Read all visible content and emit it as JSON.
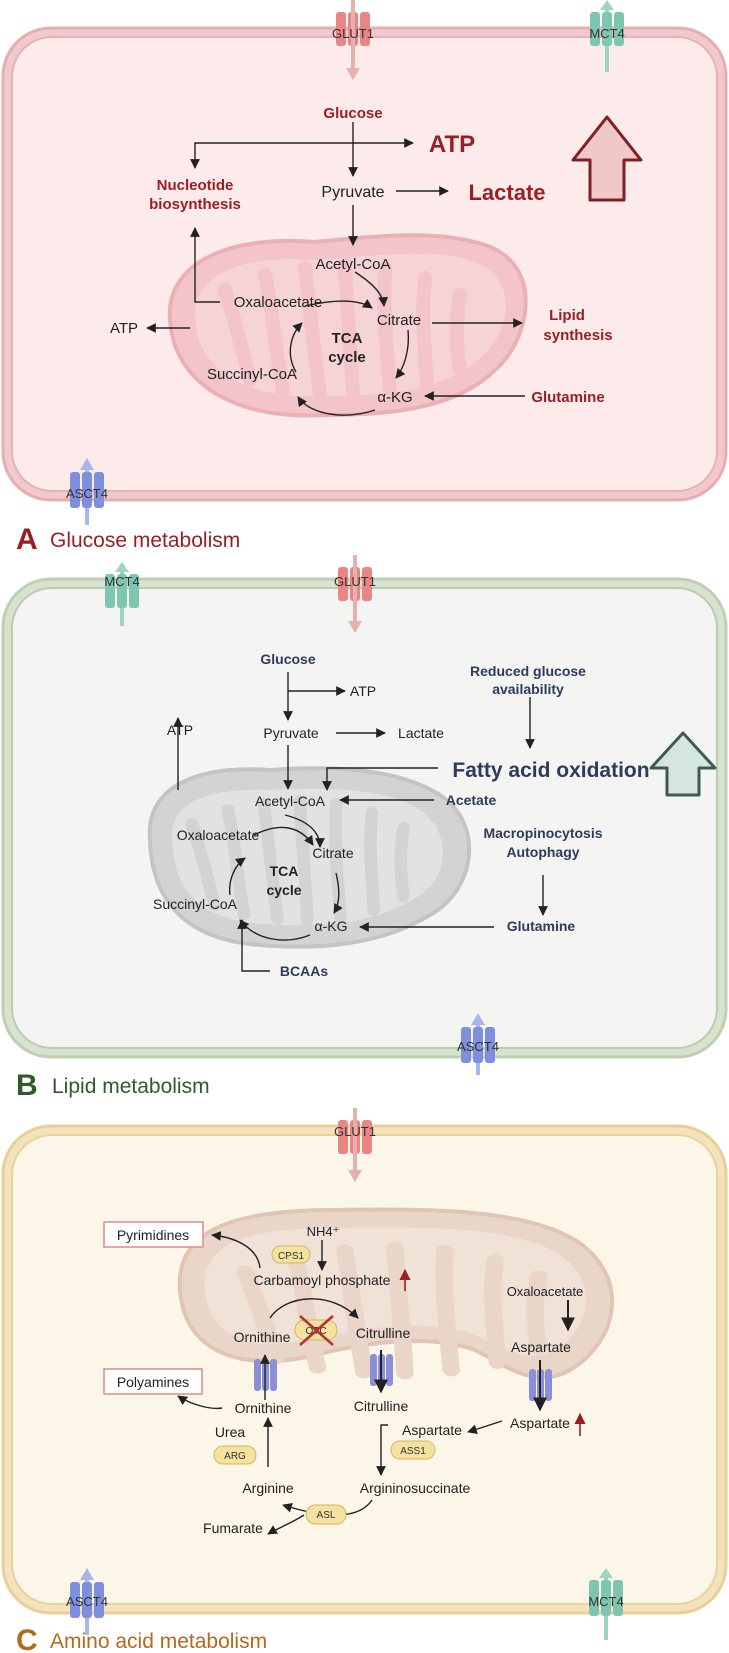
{
  "colors": {
    "red_text": "#9a1f24",
    "navy_text": "#2f3a5c",
    "green_text": "#2f5a2e",
    "orange_text": "#b46a1a",
    "panel_a_fill": "#fdebec",
    "panel_a_border": "#e6b3b6",
    "panel_b_fill": "#f4f4f2",
    "panel_b_border": "#bccbb2",
    "panel_c_fill": "#fcf6e8",
    "panel_c_border": "#ead2a0"
  },
  "transporters": {
    "glut1": "GLUT1",
    "mct4": "MCT4",
    "asct4": "ASCT4"
  },
  "panel_a": {
    "letter": "A",
    "title": "Glucose metabolism",
    "glucose": "Glucose",
    "atp_big": "ATP",
    "pyruvate": "Pyruvate",
    "lactate": "Lactate",
    "nucleotide_1": "Nucleotide",
    "nucleotide_2": "biosynthesis",
    "acetyl_coa": "Acetyl-CoA",
    "oxaloacetate": "Oxaloacetate",
    "citrate": "Citrate",
    "atp_small": "ATP",
    "lipid_1": "Lipid",
    "lipid_2": "synthesis",
    "tca_1": "TCA",
    "tca_2": "cycle",
    "succinyl": "Succinyl-CoA",
    "akg": "α-KG",
    "glutamine": "Glutamine"
  },
  "panel_b": {
    "letter": "B",
    "title": "Lipid metabolism",
    "glucose": "Glucose",
    "atp_right": "ATP",
    "reduced_1": "Reduced glucose",
    "reduced_2": "availability",
    "atp_left": "ATP",
    "pyruvate": "Pyruvate",
    "lactate": "Lactate",
    "fao": "Fatty acid oxidation",
    "acetyl_coa": "Acetyl-CoA",
    "acetate": "Acetate",
    "oxaloacetate": "Oxaloacetate",
    "citrate": "Citrate",
    "macro_1": "Macropinocytosis",
    "macro_2": "Autophagy",
    "tca_1": "TCA",
    "tca_2": "cycle",
    "succinyl": "Succinyl-CoA",
    "akg": "α-KG",
    "glutamine": "Glutamine",
    "bcaas": "BCAAs"
  },
  "panel_c": {
    "letter": "C",
    "title": "Amino acid metabolism",
    "pyrimidines": "Pyrimidines",
    "nh4": "NH4⁺",
    "cps1": "CPS1",
    "carbamoyl": "Carbamoyl phosphate",
    "oxaloacetate": "Oxaloacetate",
    "otc": "OTC",
    "ornithine_mito": "Ornithine",
    "citrulline_mito": "Citrulline",
    "aspartate_mito": "Aspartate",
    "polyamines": "Polyamines",
    "ornithine_cyto": "Ornithine",
    "citrulline_cyto": "Citrulline",
    "urea": "Urea",
    "aspartate_cyto_left": "Aspartate",
    "aspartate_cyto_right": "Aspartate",
    "arg": "ARG",
    "ass1": "ASS1",
    "arginine": "Arginine",
    "argininosuccinate": "Argininosuccinate",
    "asl": "ASL",
    "fumarate": "Fumarate"
  }
}
